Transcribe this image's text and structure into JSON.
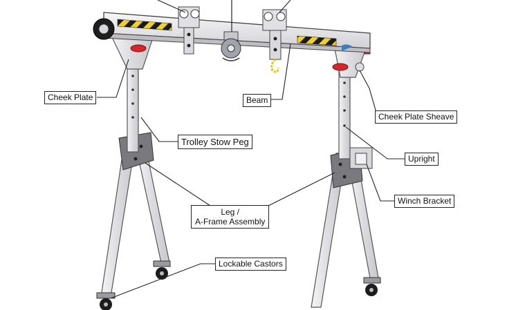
{
  "labels": {
    "cheek_plate": "Cheek Plate",
    "beam": "Beam",
    "cheek_plate_sheave": "Cheek Plate Sheave",
    "trolley_stow_peg": "Trolley Stow Peg",
    "upright": "Upright",
    "winch_bracket": "Winch Bracket",
    "leg_line1": "Leg /",
    "leg_line2": "A-Frame Assembly",
    "lockable_castors": "Lockable Castors"
  },
  "colors": {
    "frame": "#e8e8ea",
    "frame_edge": "#555555",
    "leg_plate": "#7a7a7e",
    "hazard_yellow": "#f2d21b",
    "hazard_black": "#1a1a1a",
    "handle_red": "#d7262b",
    "chain_yellow": "#e6c200",
    "accent_blue": "#3a7fc1",
    "leader_line": "#222222"
  }
}
